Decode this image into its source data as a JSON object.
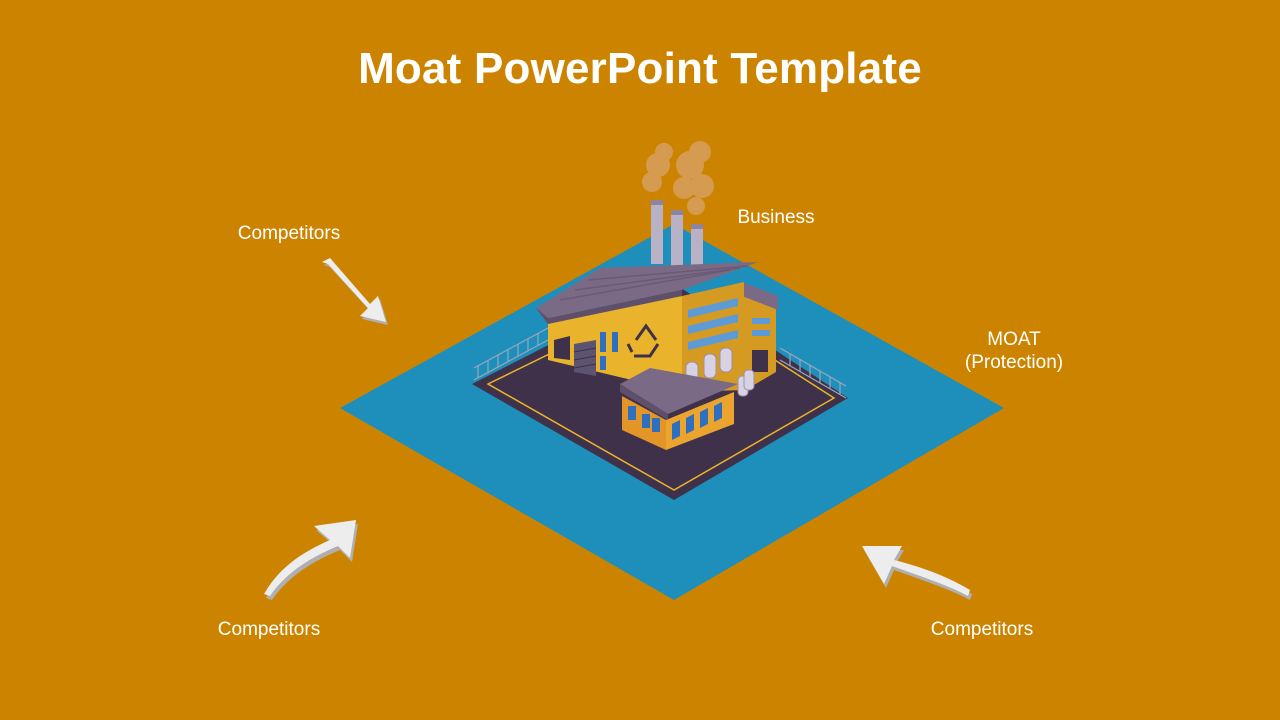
{
  "title": "Moat PowerPoint Template",
  "labels": {
    "competitors_top_left": "Competitors",
    "competitors_bottom_left": "Competitors",
    "competitors_bottom_right": "Competitors",
    "business": "Business",
    "moat_line1": "MOAT",
    "moat_line2": "(Protection)"
  },
  "icons": {
    "factory": "factory-icon",
    "recycle": "recycle-icon",
    "arrows": "curved-arrow-icon"
  },
  "colors": {
    "background": "#CC8400",
    "moat": "#1E8FBB",
    "ground": "#40314A",
    "building": "#E9B42B",
    "roof": "#7B6A86",
    "arrow": "#EDEDED"
  }
}
